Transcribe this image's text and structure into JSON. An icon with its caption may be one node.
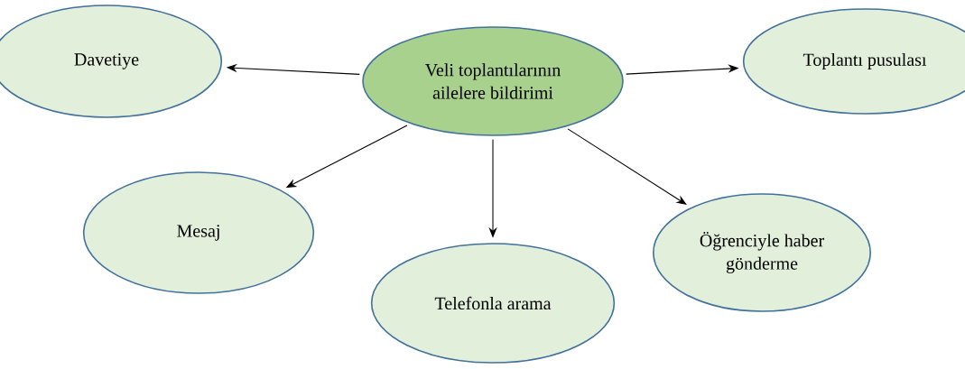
{
  "diagram": {
    "nodes": [
      {
        "text": [
          "Veli toplantılarının ailelere bildirimi"
        ]
      },
      {
        "text": [
          "Davetiye"
        ]
      },
      {
        "text": [
          "Toplantı pusulası"
        ]
      },
      {
        "text": [
          "Mesaj"
        ]
      },
      {
        "text": [
          "Telefonla arama"
        ]
      },
      {
        "text": [
          "Öğrenciyle haber gönderme"
        ]
      }
    ],
    "edges": [
      {
        "from": 0,
        "to": 1,
        "arrow": "to"
      },
      {
        "from": 0,
        "to": 2,
        "arrow": "to"
      },
      {
        "from": 0,
        "to": 3,
        "arrow": "to"
      },
      {
        "from": 0,
        "to": 4,
        "arrow": "to"
      },
      {
        "from": 0,
        "to": 5,
        "arrow": "to"
      }
    ]
  }
}
